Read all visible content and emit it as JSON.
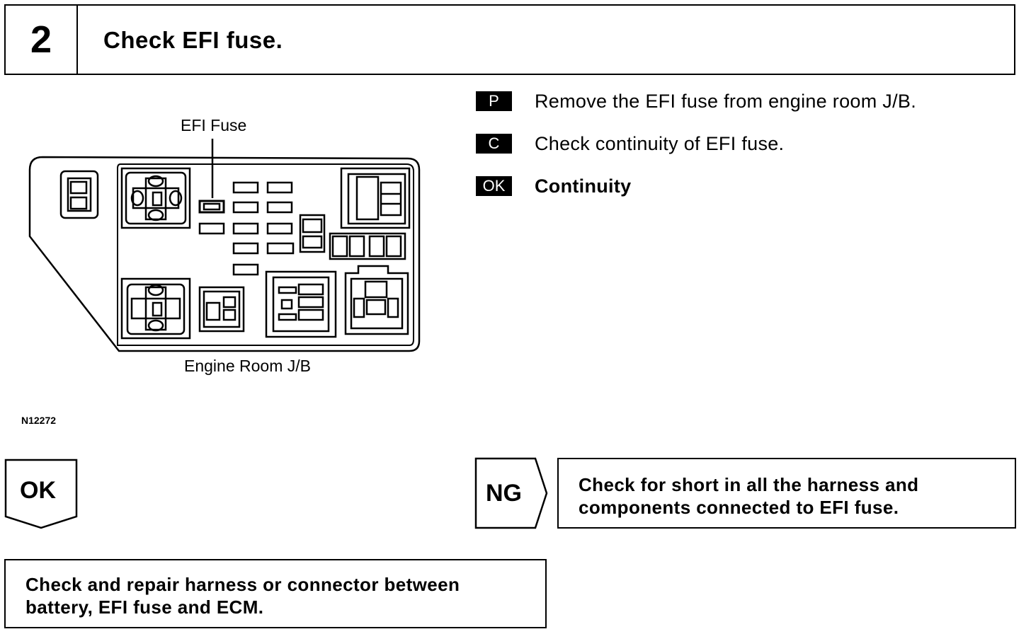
{
  "step": {
    "number": "2",
    "title": "Check EFI fuse."
  },
  "diagram": {
    "callout_label": "EFI Fuse",
    "caption": "Engine Room J/B",
    "figure_id": "N12272"
  },
  "instructions": [
    {
      "badge": "P",
      "text": "Remove the EFI fuse from engine room J/B."
    },
    {
      "badge": "C",
      "text": "Check continuity of EFI fuse."
    },
    {
      "badge": "OK",
      "text": "Continuity"
    }
  ],
  "results": {
    "ok": {
      "label": "OK",
      "action": "Check and repair harness or connector between battery, EFI fuse and ECM."
    },
    "ng": {
      "label": "NG",
      "action": "Check for short in all the harness and components connected to EFI fuse."
    }
  }
}
